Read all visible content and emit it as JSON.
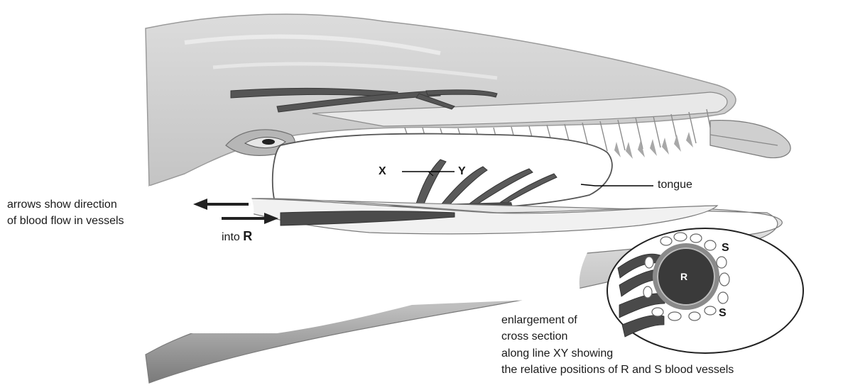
{
  "labels": {
    "x": "X",
    "y": "Y",
    "tongue": "tongue",
    "arrows_line1": "arrows show direction",
    "arrows_line2": "of blood flow in vessels",
    "into": "into",
    "r_big": "R",
    "r_small": "R",
    "s_top": "S",
    "s_bottom": "S",
    "enl_line1": "enlargement of",
    "enl_line2": "cross section",
    "enl_line3": "along line XY showing",
    "enl_line4": "the relative positions of R and S blood vessels"
  }
}
